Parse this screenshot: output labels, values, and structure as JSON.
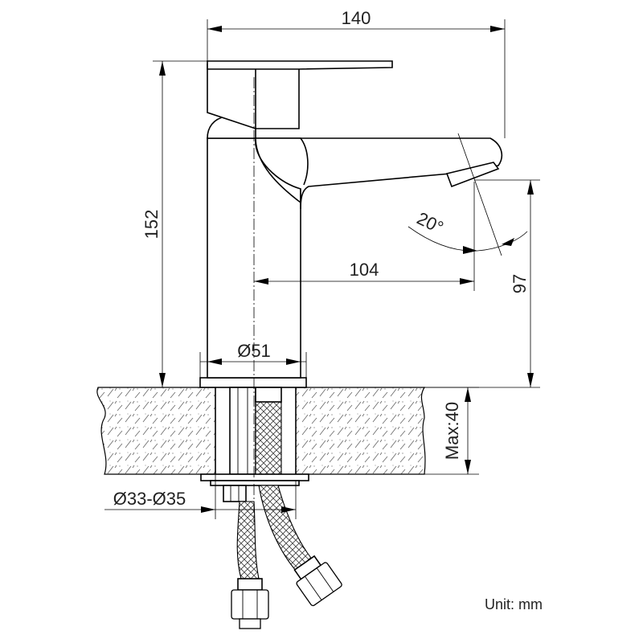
{
  "dimensions": {
    "overall_width": "140",
    "overall_height": "152",
    "spout_reach": "104",
    "spout_height": "97",
    "base_diameter": "Ø51",
    "hole_diameter": "Ø33-Ø35",
    "max_thickness": "Max:40",
    "spout_angle": "20°"
  },
  "unit_note": "Unit: mm"
}
